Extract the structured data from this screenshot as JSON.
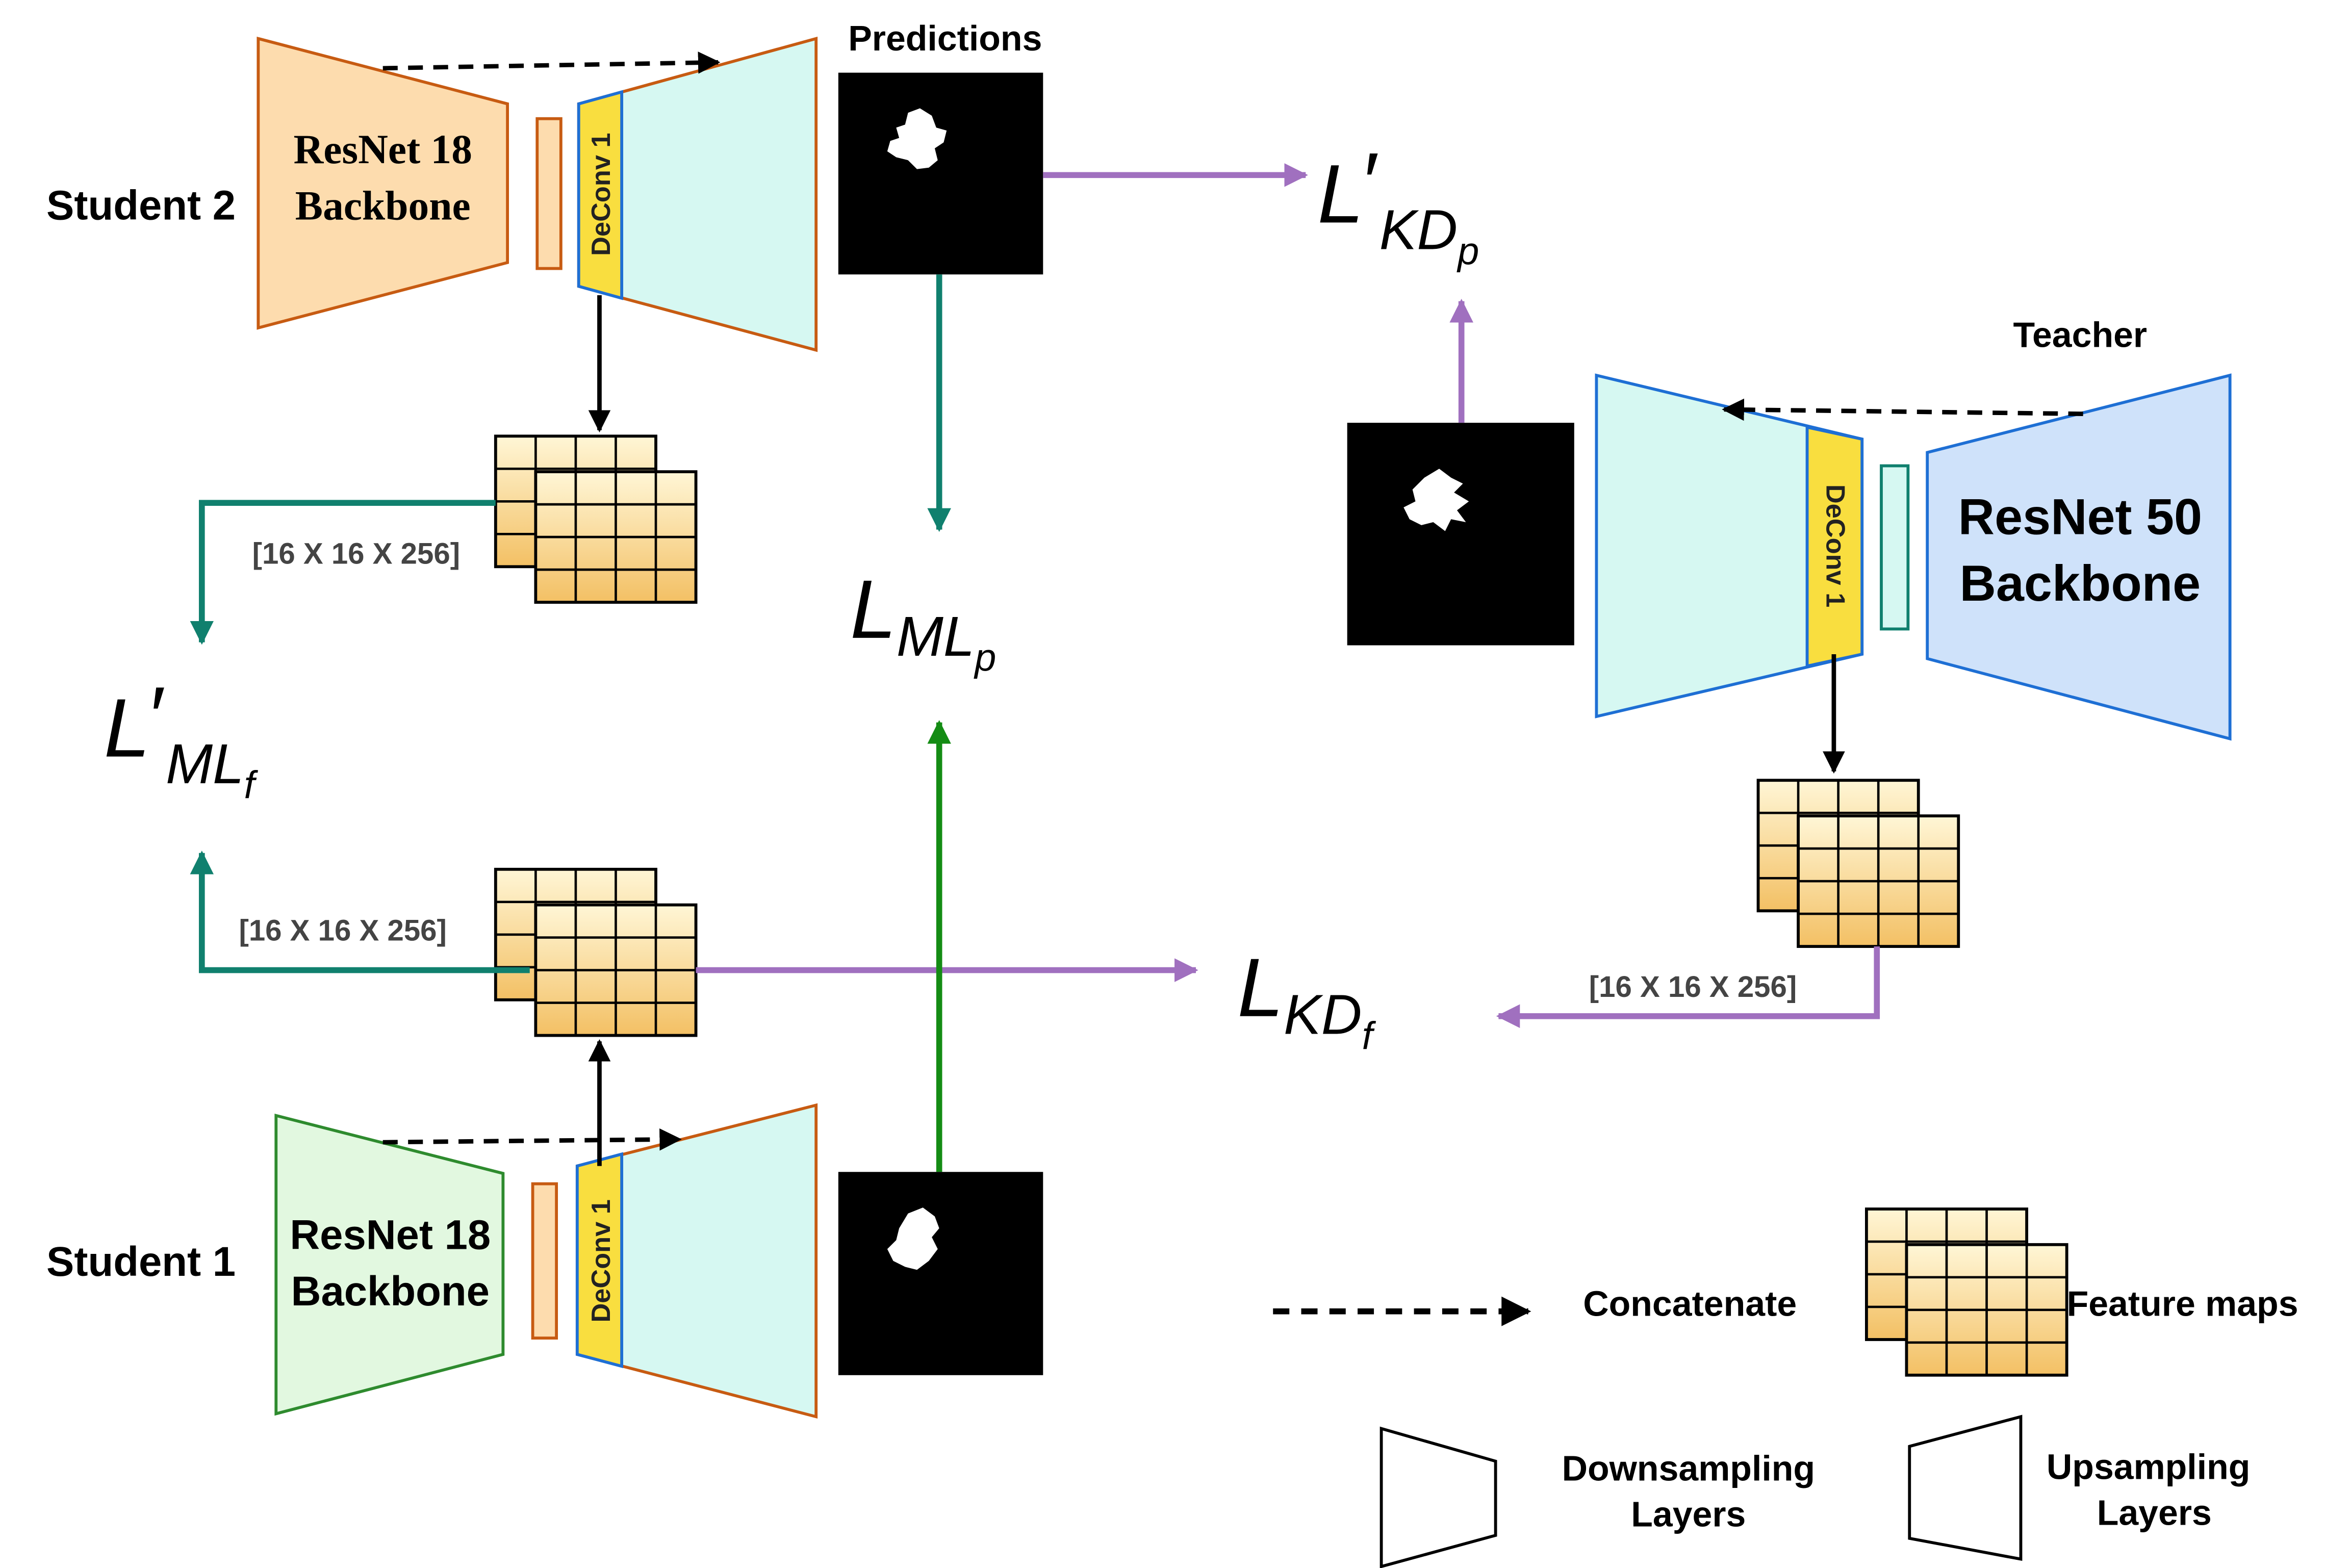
{
  "labels": {
    "predictions": "Predictions",
    "teacher": "Teacher",
    "student2": "Student 2",
    "student1": "Student 1"
  },
  "backbones": {
    "student2_line1": "ResNet 18",
    "student2_line2": "Backbone",
    "student1_line1": "ResNet 18",
    "student1_line2": "Backbone",
    "teacher_line1": "ResNet 50",
    "teacher_line2": "Backbone"
  },
  "deconv": {
    "student2": "DeConv 1",
    "student1": "DeConv 1",
    "teacher": "DeConv 1"
  },
  "dims": {
    "student2_features": "[16 X 16 X 256]",
    "student1_features": "[16 X 16 X 256]",
    "teacher_features": "[16 X 16 X 256]"
  },
  "losses": {
    "kd_p": {
      "base": "L",
      "prime": "′",
      "sub": "KD",
      "subsub": "p"
    },
    "ml_p": {
      "base": "L",
      "prime": "",
      "sub": "ML",
      "subsub": "p"
    },
    "ml_f": {
      "base": "L",
      "prime": "′",
      "sub": "ML",
      "subsub": "f"
    },
    "kd_f": {
      "base": "L",
      "prime": "",
      "sub": "KD",
      "subsub": "f"
    }
  },
  "legend": {
    "concatenate": "Concatenate",
    "feature_maps": "Feature maps",
    "downsampling_line1": "Downsampling",
    "downsampling_line2": "Layers",
    "upsampling_line1": "Upsampling",
    "upsampling_line2": "Layers"
  },
  "colors": {
    "student2_backbone_fill": "#fddcae",
    "student2_backbone_stroke": "#c75b12",
    "student1_backbone_fill": "#e2f8e0",
    "student1_backbone_stroke": "#2e8b2e",
    "teacher_backbone_fill": "#cfe2fa",
    "teacher_backbone_stroke": "#1e6fd4",
    "decoder_fill": "#d6f8f2",
    "deconv_fill": "#f9de3f",
    "teal_arrow": "#10806e",
    "purple_arrow": "#a070bf",
    "green_arrow": "#148c14",
    "grid_top": "#fff6d6",
    "grid_bottom": "#f3c064"
  }
}
